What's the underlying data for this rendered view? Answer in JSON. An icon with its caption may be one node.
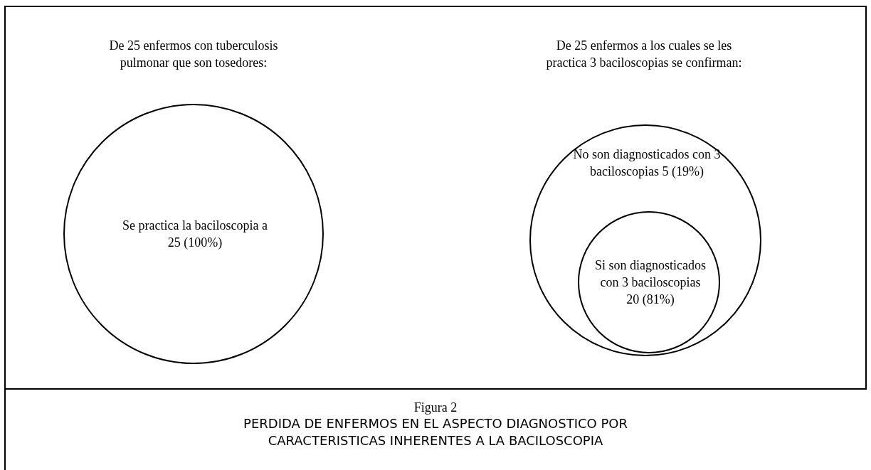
{
  "diagram": {
    "caption": "PERDIDA DE ENFERMOS EN EL ASPECTO DIAGNOSTICO POR CARACTERISTICAS INHERENTES A LA BACILOSCOPIA",
    "nodes": [
      {
        "text": [
          "Se practica la baciloscopia a 25 (100%)"
        ]
      },
      {
        "text": [
          "No son diagnosticados con 3 baciloscopias 5 (19%)"
        ]
      },
      {
        "text": [
          "Si son diagnosticados con 3 baciloscopias 20 (81%)"
        ],
        "in": 1
      }
    ],
    "labels": [
      "De 25 enfermos con tuberculosis pulmonar que son tosedores:",
      "De 25 enfermos a los cuales se les practica 3 baciloscopias se confirman:",
      "Figura 2"
    ]
  }
}
